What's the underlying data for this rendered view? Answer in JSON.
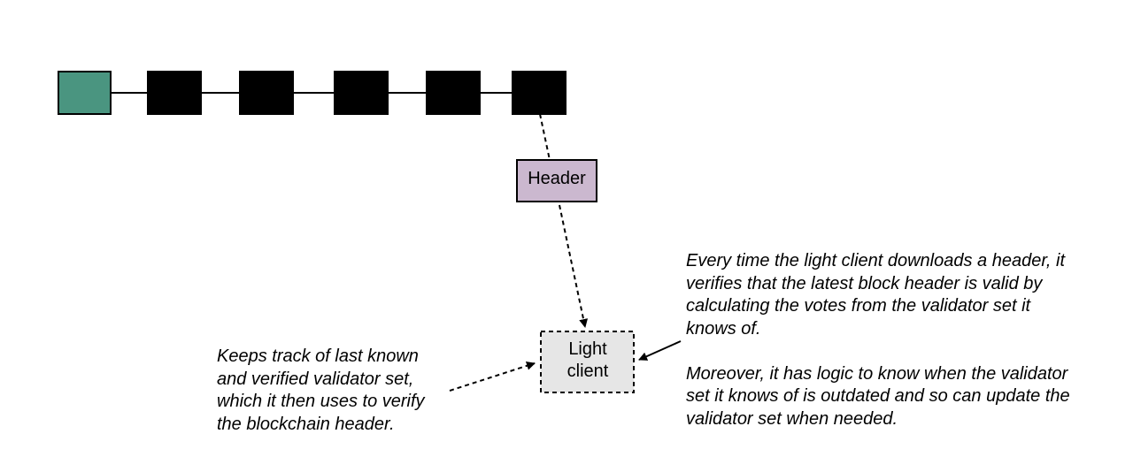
{
  "colors": {
    "genesis_block": "#4a9580",
    "block": "#000000",
    "header_fill": "#cbb8cf",
    "light_client_fill": "#e6e6e6",
    "stroke": "#000000"
  },
  "chain": {
    "block_count": 6
  },
  "nodes": {
    "header_label": "Header",
    "light_client_line1": "Light",
    "light_client_line2": "client"
  },
  "annotations": {
    "left_lines": [
      "Keeps track of last known",
      "and verified validator set,",
      "which it then uses to verify",
      "the blockchain header."
    ],
    "right_paragraph1_lines": [
      "Every time the light client downloads a header, it",
      "verifies that the latest block header is valid by",
      "calculating the votes from the validator set it",
      "knows of."
    ],
    "right_paragraph2_lines": [
      "Moreover, it has logic to know when the validator",
      "set it knows of is outdated and so can update the",
      "validator set when needed."
    ]
  }
}
